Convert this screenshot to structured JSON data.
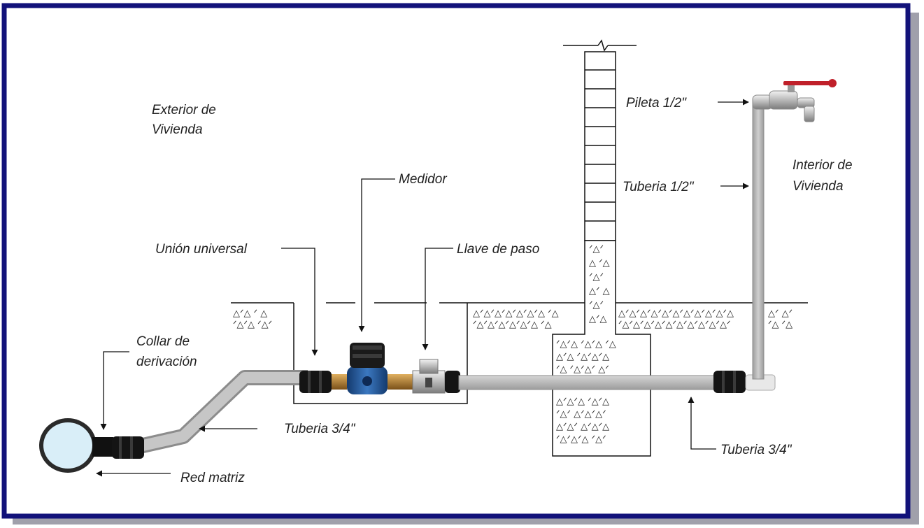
{
  "labels": {
    "exterior": [
      "Exterior de",
      "Vivienda"
    ],
    "interior": [
      "Interior de",
      "Vivienda"
    ],
    "medidor": "Medidor",
    "union_universal": "Unión universal",
    "llave_de_paso": "Llave de paso",
    "collar": [
      "Collar de",
      "derivación"
    ],
    "tuberia_34_left": "Tuberia 3/4\"",
    "tuberia_34_right": "Tuberia 3/4\"",
    "red_matriz": "Red matriz",
    "pileta": "Pileta  1/2\"",
    "tuberia_12": "Tuberia 1/2\""
  },
  "colors": {
    "frame": "#12127a",
    "frame_shadow": "#9a9aa6",
    "pipe": "#b4b4b4",
    "pipe_stroke": "#8c8c8c",
    "fitting": "#1a1a1a",
    "brass": "#b07a2c",
    "meter_body": "#1f4f8f",
    "tap_handle": "#c0202a"
  },
  "icons": [
    "arrow-icon",
    "water-meter-icon",
    "valve-icon",
    "faucet-icon",
    "main-pipe-icon"
  ]
}
